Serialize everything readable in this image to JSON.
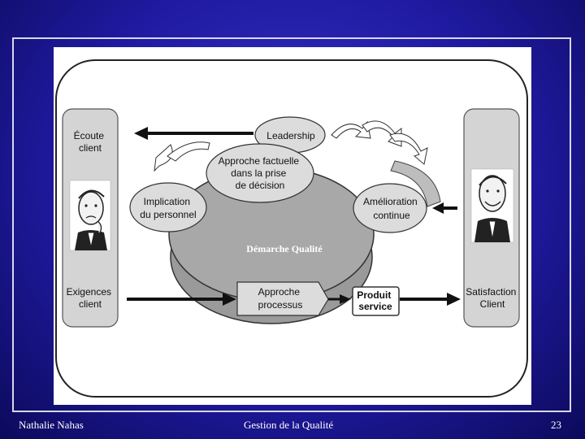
{
  "diagram": {
    "title": "Démarche Qualité",
    "left_panel": {
      "top_label": [
        "Écoute",
        "client"
      ],
      "bottom_label": [
        "Exigences",
        "client"
      ]
    },
    "right_panel": {
      "bottom_label": [
        "Satisfaction",
        "Client"
      ]
    },
    "nodes": {
      "leadership": [
        "Leadership"
      ],
      "approche_factuelle": [
        "Approche factuelle",
        "dans la prise",
        "de décision"
      ],
      "implication": [
        "Implication",
        "du personnel"
      ],
      "amelioration": [
        "Amélioration",
        "continue"
      ],
      "approche_processus": [
        "Approche",
        "processus"
      ],
      "produit_service": [
        "Produit",
        "service"
      ]
    }
  },
  "footer": {
    "author": "Nathalie Nahas",
    "title": "Gestion de la Qualité",
    "page": "23"
  }
}
